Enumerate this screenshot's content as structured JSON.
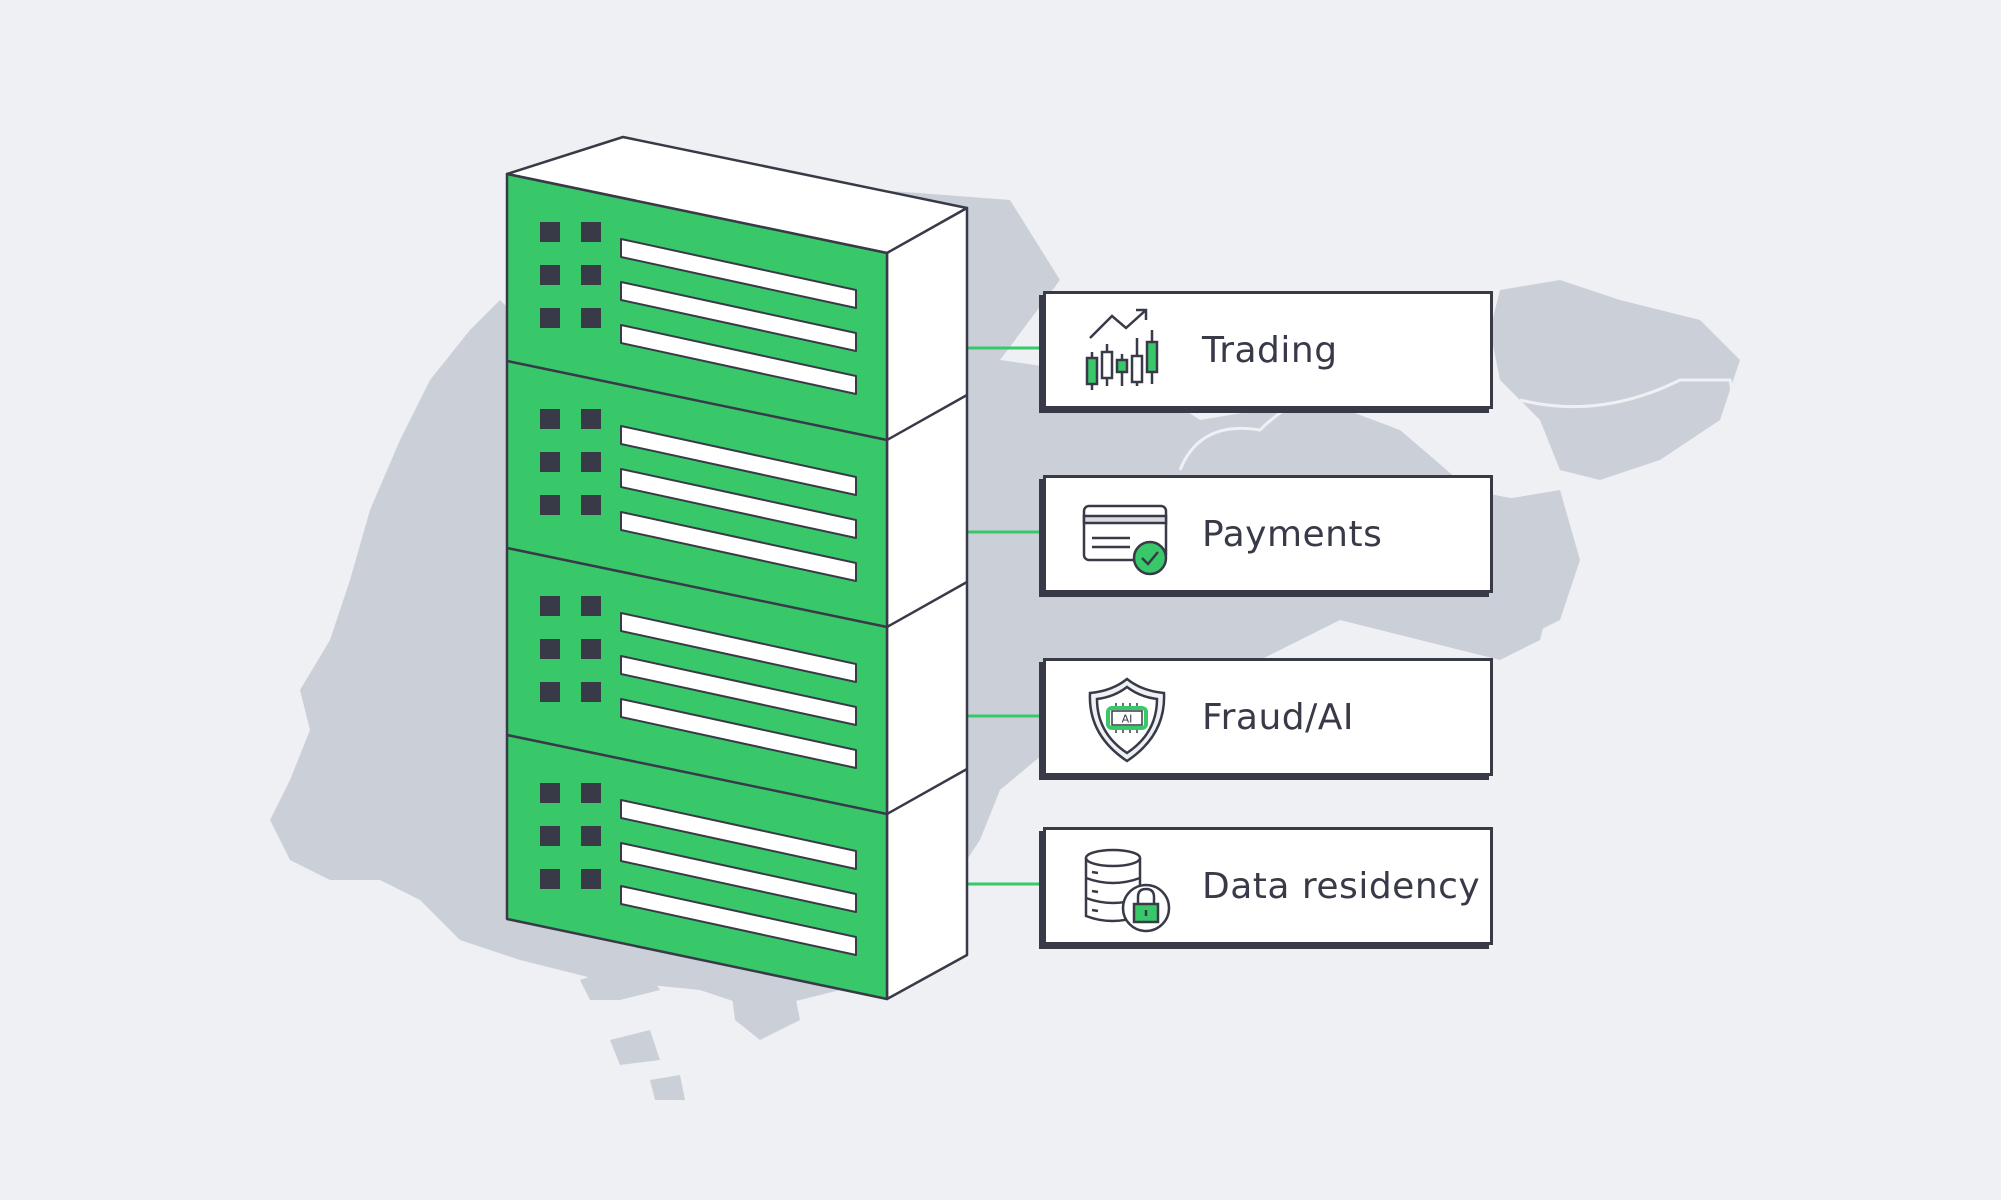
{
  "colors": {
    "background": "#eef0f4",
    "map": "#cbd0d8",
    "accent": "#38c86a",
    "outline": "#393a48"
  },
  "services": [
    {
      "label": "Trading",
      "icon": "candlestick-chart-icon"
    },
    {
      "label": "Payments",
      "icon": "credit-card-check-icon"
    },
    {
      "label": "Fraud/AI",
      "icon": "ai-shield-icon",
      "icon_text": "AI"
    },
    {
      "label": "Data residency",
      "icon": "database-lock-icon"
    }
  ]
}
